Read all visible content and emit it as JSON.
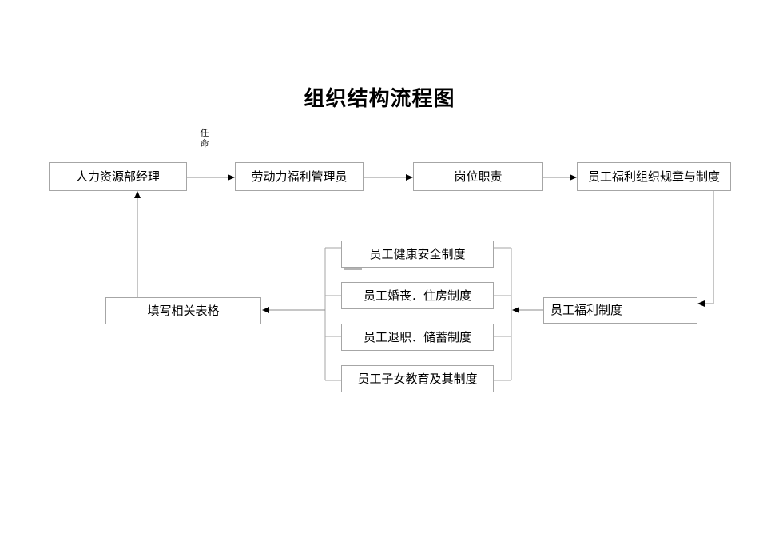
{
  "title": "组织结构流程图",
  "edge_labels": {
    "appointment": "任命"
  },
  "nodes": {
    "hr_manager": "人力资源部经理",
    "welfare_admin": "劳动力福利管理员",
    "job_duties": "岗位职责",
    "org_rules": "员工福利组织规章与制度",
    "health_safety": "员工健康安全制度",
    "marriage_housing": "员工婚丧．住房制度",
    "retirement_savings": "员工退职．储蓄制度",
    "children_education": "员工子女教育及其制度",
    "fill_forms": "填写相关表格",
    "welfare_system": "员工福利制度"
  },
  "edges": [
    {
      "from": "hr_manager",
      "to": "welfare_admin",
      "label": "任命"
    },
    {
      "from": "welfare_admin",
      "to": "job_duties",
      "label": ""
    },
    {
      "from": "job_duties",
      "to": "org_rules",
      "label": ""
    },
    {
      "from": "org_rules",
      "to": "welfare_system",
      "label": ""
    },
    {
      "from": "welfare_system",
      "to": "health_safety|marriage_housing|retirement_savings|children_education",
      "label": ""
    },
    {
      "from": "health_safety|marriage_housing|retirement_savings|children_education",
      "to": "fill_forms",
      "label": ""
    },
    {
      "from": "fill_forms",
      "to": "hr_manager",
      "label": ""
    }
  ],
  "colors": {
    "background": "#ffffff",
    "box_border": "#a6a6a6",
    "connector": "#8c8c8c",
    "arrowhead": "#000000",
    "text": "#000000"
  }
}
